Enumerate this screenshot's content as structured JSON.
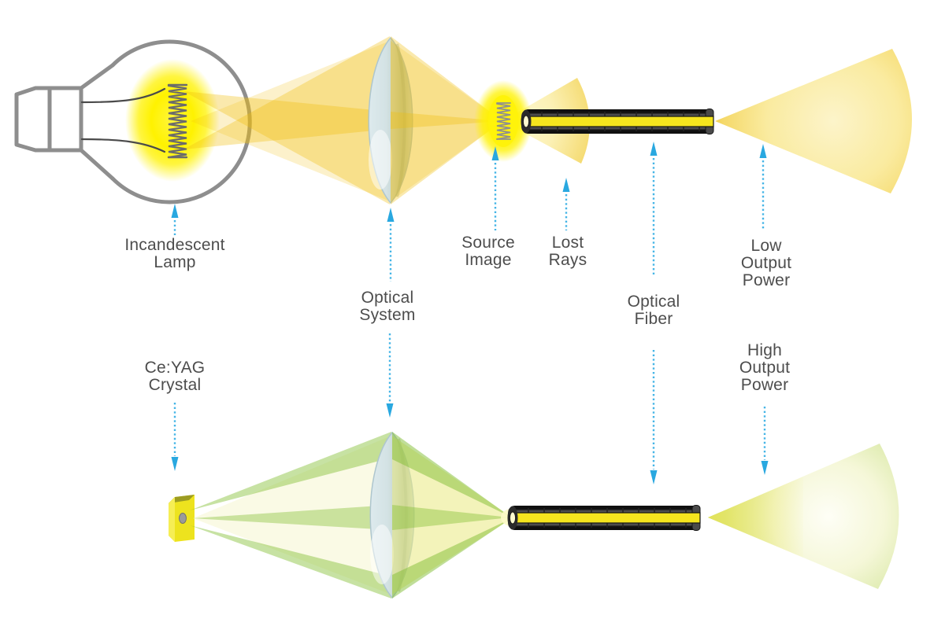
{
  "figure": {
    "description": "Comparison of light coupling into an optical fiber: incandescent lamp (top) versus Ce:YAG crystal source (bottom)",
    "rows": [
      "incandescent lamp system - low output power",
      "Ce:YAG crystal system - high output power"
    ]
  },
  "labels": {
    "incandescent_lamp": {
      "lines": [
        "Incandescent",
        "Lamp"
      ]
    },
    "optical_system": {
      "lines": [
        "Optical",
        "System"
      ]
    },
    "source_image": {
      "lines": [
        "Source",
        "Image"
      ]
    },
    "lost_rays": {
      "lines": [
        "Lost",
        "Rays"
      ]
    },
    "optical_fiber": {
      "lines": [
        "Optical",
        "Fiber"
      ]
    },
    "low_output_power": {
      "lines": [
        "Low",
        "Output",
        "Power"
      ]
    },
    "ceyag_crystal": {
      "lines": [
        "Ce:YAG",
        "Crystal"
      ]
    },
    "high_output_power": {
      "lines": [
        "High",
        "Output",
        "Power"
      ]
    }
  },
  "colors": {
    "accent_blue": "#29ABE2",
    "ray_yellow": "#F0BE10",
    "glow_yellow": "#FFF200",
    "beam_green": "#82BE33",
    "cone_green_rim": "#9CC852",
    "fiber_core_yellow": "#F5E51E",
    "fiber_jacket_gray": "#3F3F3F",
    "bulb_outline_gray": "#8E8E8E",
    "label_text_gray": "#4D4D4D",
    "lens_glass": "#CFE0E2",
    "crystal_yellow": "#EDE31E"
  }
}
